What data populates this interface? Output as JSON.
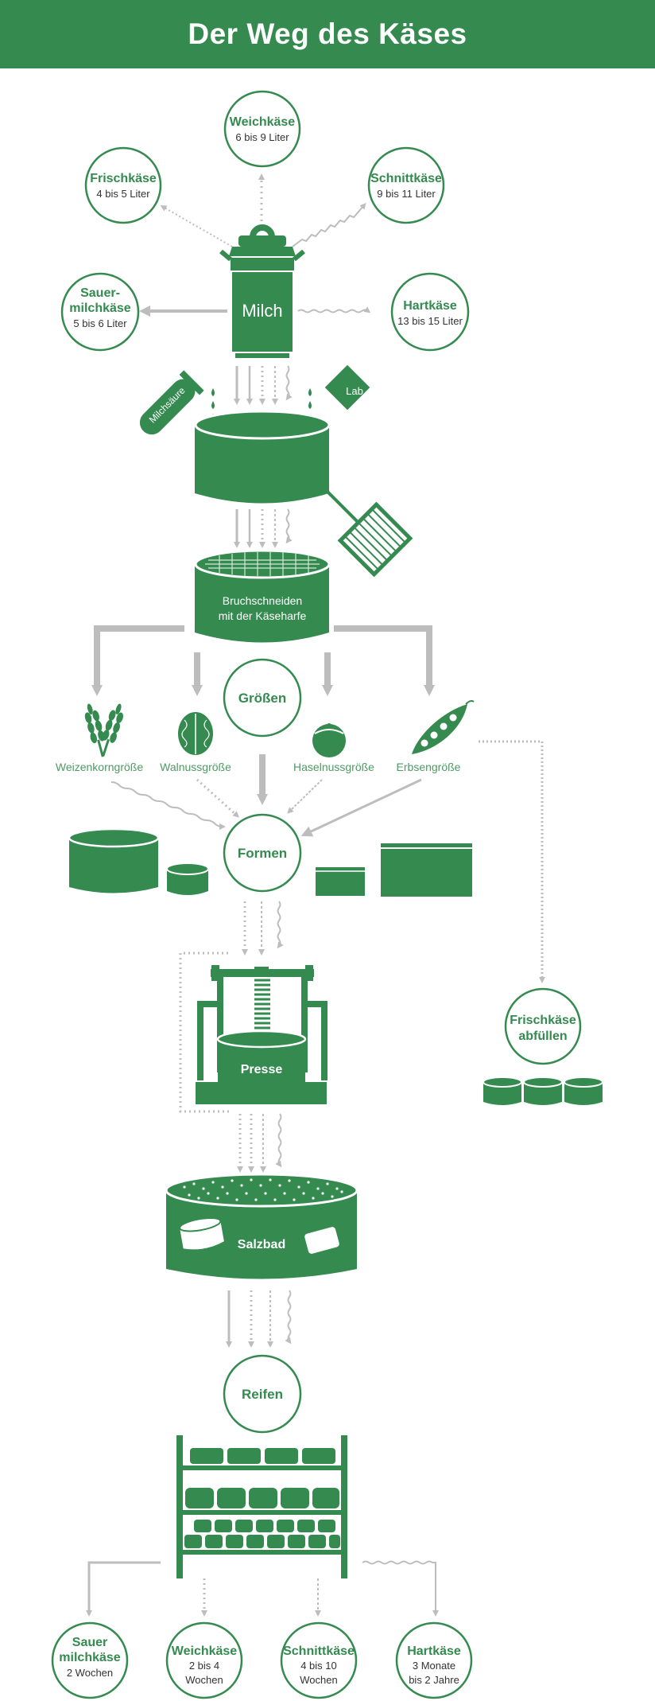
{
  "title": "Der Weg des Käses",
  "colors": {
    "green": "#348a4f",
    "gray": "#bdbdbd",
    "white": "#ffffff"
  },
  "milk_circles": [
    {
      "name": "Weichkäse",
      "amount": "6 bis 9 Liter"
    },
    {
      "name": "Frischkäse",
      "amount": "4 bis 5 Liter"
    },
    {
      "name": "Schnittkäse",
      "amount": "9 bis 11 Liter"
    },
    {
      "name_lines": [
        "Sauer-",
        "milchkäse"
      ],
      "amount": "5 bis 6 Liter"
    },
    {
      "name": "Hartkäse",
      "amount": "13 bis 15 Liter"
    }
  ],
  "milk_can_label": "Milch",
  "milchsaeure_label": "Milchsäure",
  "lab_label": "Lab",
  "bruch_label_lines": [
    "Bruchschneiden",
    "mit der Käseharfe"
  ],
  "groessen_label": "Größen",
  "sizes": [
    "Weizenkorngröße",
    "Walnussgröße",
    "Haselnussgröße",
    "Erbsengröße"
  ],
  "formen_label": "Formen",
  "presse_label": "Presse",
  "frischkaese_abfuellen_lines": [
    "Frischkäse",
    "abfüllen"
  ],
  "salzbad_label": "Salzbad",
  "reifen_label": "Reifen",
  "ripening": [
    {
      "name_lines": [
        "Sauer",
        "milchkäse"
      ],
      "duration_lines": [
        "2 Wochen"
      ]
    },
    {
      "name_lines": [
        "Weichkäse"
      ],
      "duration_lines": [
        "2 bis 4",
        "Wochen"
      ]
    },
    {
      "name_lines": [
        "Schnittkäse"
      ],
      "duration_lines": [
        "4 bis 10",
        "Wochen"
      ]
    },
    {
      "name_lines": [
        "Hartkäse"
      ],
      "duration_lines": [
        "3 Monate",
        "bis 2 Jahre"
      ]
    }
  ]
}
